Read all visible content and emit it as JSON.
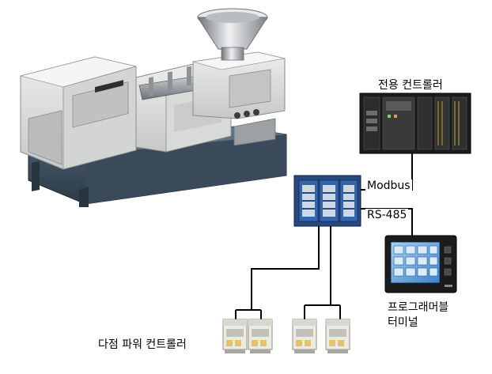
{
  "labels": {
    "dedicated_controller": "전용 컨트롤러",
    "modbus": "Modbus",
    "rs485": "RS-485",
    "programmable_terminal_line1": "프로그래머블",
    "programmable_terminal_line2": "터미널",
    "multipoint_power_controller": "다점 파워 컨트롤러"
  },
  "nodes": [
    {
      "id": "machine",
      "kind": "injection-molding-machine"
    },
    {
      "id": "dedicated-controller",
      "label_ref": "dedicated_controller"
    },
    {
      "id": "io-unit",
      "kind": "remote-io-modules"
    },
    {
      "id": "programmable-terminal",
      "label_refs": [
        "programmable_terminal_line1",
        "programmable_terminal_line2"
      ]
    },
    {
      "id": "power-controller-group-left",
      "count": 2
    },
    {
      "id": "power-controller-group-right",
      "count": 2
    }
  ],
  "edges": [
    {
      "from": "io-unit",
      "to": "dedicated-controller",
      "label_ref": "modbus"
    },
    {
      "from": "io-unit",
      "to": "programmable-terminal",
      "label_ref": "rs485"
    },
    {
      "from": "io-unit",
      "to": "power-controller-group-left"
    },
    {
      "from": "io-unit",
      "to": "power-controller-group-right"
    }
  ],
  "colors": {
    "machine_body": "#d6d8d6",
    "machine_base": "#3b4c5c",
    "plc_body": "#2b2b2b",
    "io_module": "#2c4f86",
    "hmi_screen": "#7ab4e6",
    "connector_line": "#000000"
  }
}
